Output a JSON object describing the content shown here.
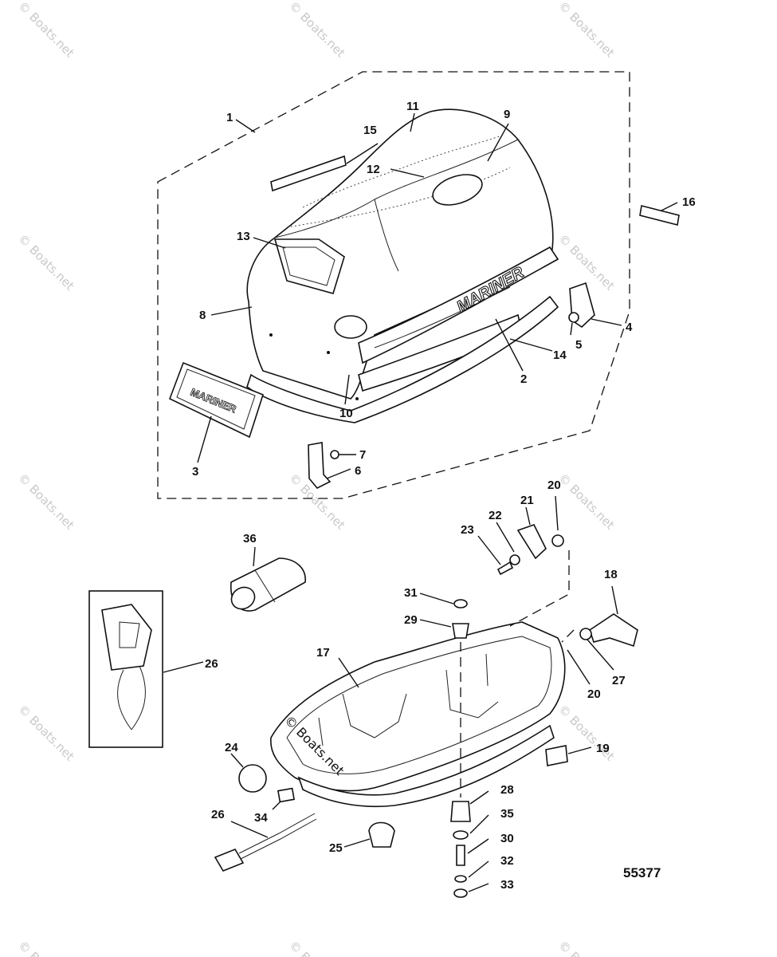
{
  "watermark": "© Boats.net",
  "figure_number": "55377",
  "brand_text": "MARINER",
  "callouts": [
    {
      "id": "c1",
      "text": "1"
    },
    {
      "id": "c2",
      "text": "2"
    },
    {
      "id": "c3",
      "text": "3"
    },
    {
      "id": "c4",
      "text": "4"
    },
    {
      "id": "c5",
      "text": "5"
    },
    {
      "id": "c6",
      "text": "6"
    },
    {
      "id": "c7",
      "text": "7"
    },
    {
      "id": "c8",
      "text": "8"
    },
    {
      "id": "c9",
      "text": "9"
    },
    {
      "id": "c10",
      "text": "10"
    },
    {
      "id": "c11",
      "text": "11"
    },
    {
      "id": "c12",
      "text": "12"
    },
    {
      "id": "c13",
      "text": "13"
    },
    {
      "id": "c14",
      "text": "14"
    },
    {
      "id": "c15",
      "text": "15"
    },
    {
      "id": "c16",
      "text": "16"
    },
    {
      "id": "c17",
      "text": "17"
    },
    {
      "id": "c18",
      "text": "18"
    },
    {
      "id": "c19",
      "text": "19"
    },
    {
      "id": "c20a",
      "text": "20"
    },
    {
      "id": "c20b",
      "text": "20"
    },
    {
      "id": "c21",
      "text": "21"
    },
    {
      "id": "c22",
      "text": "22"
    },
    {
      "id": "c23",
      "text": "23"
    },
    {
      "id": "c24",
      "text": "24"
    },
    {
      "id": "c25",
      "text": "25"
    },
    {
      "id": "c26a",
      "text": "26"
    },
    {
      "id": "c26b",
      "text": "26"
    },
    {
      "id": "c27",
      "text": "27"
    },
    {
      "id": "c28",
      "text": "28"
    },
    {
      "id": "c29",
      "text": "29"
    },
    {
      "id": "c30",
      "text": "30"
    },
    {
      "id": "c31",
      "text": "31"
    },
    {
      "id": "c32",
      "text": "32"
    },
    {
      "id": "c33",
      "text": "33"
    },
    {
      "id": "c34",
      "text": "34"
    },
    {
      "id": "c35",
      "text": "35"
    },
    {
      "id": "c36",
      "text": "36"
    }
  ]
}
